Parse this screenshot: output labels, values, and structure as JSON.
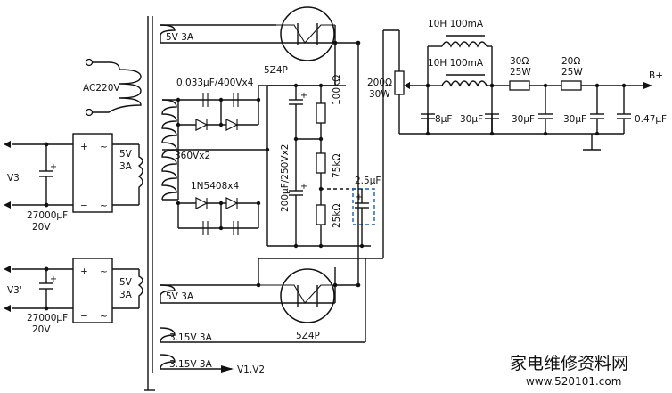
{
  "labels": {
    "ac_input": "AC220V",
    "secondary_hv": "360Vx2",
    "cap_bank": "0.033μF/400Vx4",
    "diodes": "1N5408x4",
    "rect_top_winding": "5V 3A",
    "rect_top_tube": "5Z4P",
    "rect_bottom_winding": "5V 3A",
    "rect_bottom_tube": "5Z4P",
    "filament_a": "3.15V 3A",
    "filament_b": "3.15V 3A",
    "filament_target": "V1,V2",
    "res_200": "200Ω",
    "res_200_power": "30W",
    "choke_1": "10H 100mA",
    "choke_2": "10H 100mA",
    "res_30": "30Ω",
    "res_30_power": "25W",
    "res_20": "20Ω",
    "res_20_power": "25W",
    "output": "B+",
    "cap_8": "8μF",
    "cap_30a": "30μF",
    "cap_30b": "30μF",
    "cap_30c": "30μF",
    "cap_047": "0.47μF",
    "res_100k": "100kΩ",
    "res_75k": "75kΩ",
    "res_25k": "25kΩ",
    "cap_200": "200μF/250Vx2",
    "cap_2_5": "2.5μF",
    "v3_label": "V3",
    "v3p_label": "V3'",
    "v3_winding": "5V",
    "v3_winding_current": "3A",
    "v3p_winding": "5V",
    "v3p_winding_current": "3A",
    "v3_cap": "27000μF",
    "v3_cap_v": "20V",
    "v3p_cap": "27000μF",
    "v3p_cap_v": "20V",
    "plus": "+",
    "minus": "−",
    "ac": "~",
    "watermark_cn": "家电维修资料网",
    "watermark_url": "www.520101.com"
  }
}
